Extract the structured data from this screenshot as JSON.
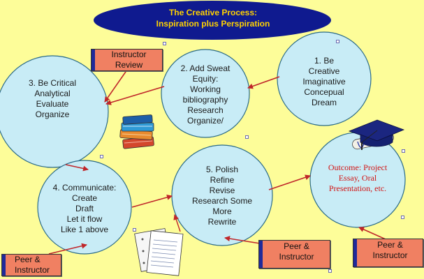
{
  "title": {
    "line1": "The Creative Process:",
    "line2": "Inspiration plus Perspiration"
  },
  "colors": {
    "background": "#fdfd99",
    "title_ellipse": "#0f1a8f",
    "title_text": "#ffd200",
    "circle_fill": "#c8ecf6",
    "arrow": "#c0262a",
    "note_fill": "#f08062",
    "note_strip": "#1f2a9a",
    "outcome_text": "#d21414"
  },
  "nodes": {
    "be_creative": [
      "1. Be",
      "Creative",
      "Imaginative",
      "Concepual",
      "Dream"
    ],
    "sweat_equity": [
      "2. Add Sweat",
      "Equity:",
      "Working",
      "bibliography",
      "Research",
      "Organize/"
    ],
    "be_critical": [
      "3. Be Critical",
      "Analytical",
      "Evaluate",
      "Organize"
    ],
    "communicate": [
      "4. Communicate:",
      "Create",
      "Draft",
      "Let it flow",
      "Like 1 above"
    ],
    "polish": [
      "5. Polish",
      "Refine",
      "Revise",
      "Research Some",
      "More",
      "Rewrite"
    ],
    "outcome": [
      "Outcome: Project",
      "Essay, Oral",
      "Presentation, etc."
    ]
  },
  "notes": {
    "instructor_review": [
      "Instructor",
      "Review"
    ],
    "peer_left": [
      "Peer &",
      "Instructor"
    ],
    "peer_middle": [
      "Peer &",
      "Instructor"
    ],
    "peer_right": [
      "Peer &",
      "Instructor"
    ]
  },
  "icons": {
    "books": "stack-of-books-icon",
    "papers": "papers-icon",
    "graduation": "graduation-cap-diploma-icon"
  }
}
